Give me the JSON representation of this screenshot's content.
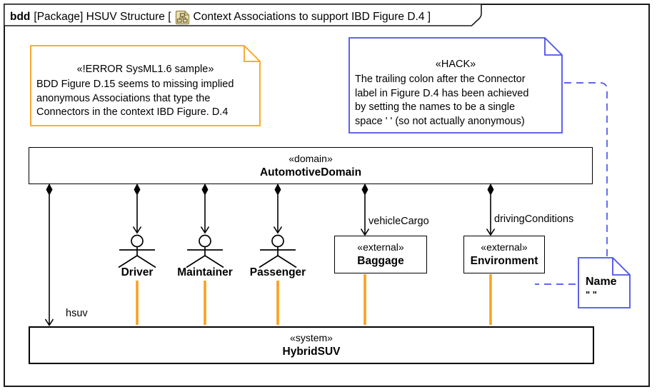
{
  "title": {
    "kind": "bdd",
    "context": "[Package] HSUV Structure [",
    "name": "Context Associations to support IBD Figure D.4 ]"
  },
  "notes": {
    "error": {
      "stereotype": "«!ERROR SysML1.6 sample»",
      "lines": [
        "BDD Figure D.15 seems to missing implied",
        "anonymous Associations that type the",
        "Connectors in the context IBD Figure. D.4"
      ]
    },
    "hack": {
      "stereotype": "«HACK»",
      "lines": [
        "The trailing colon after the Connector",
        "label in Figure D.4 has been achieved",
        "by setting the names to be a single",
        "space ' ' (so not actually anonymous)"
      ]
    },
    "name_note": {
      "title": "Name",
      "value": "\" \""
    }
  },
  "blocks": {
    "automotive_domain": {
      "stereotype": "«domain»",
      "name": "AutomotiveDomain"
    },
    "hybrid_suv": {
      "stereotype": "«system»",
      "name": "HybridSUV"
    },
    "baggage": {
      "stereotype": "«external»",
      "name": "Baggage"
    },
    "environment": {
      "stereotype": "«external»",
      "name": "Environment"
    }
  },
  "actors": [
    {
      "name": "Driver"
    },
    {
      "name": "Maintainer"
    },
    {
      "name": "Passenger"
    }
  ],
  "edge_labels": {
    "hsuv": "hsuv",
    "vehicle_cargo": "vehicleCargo",
    "driving_conditions": "drivingConditions"
  },
  "colors": {
    "orange": "#FAA21E",
    "blue": "#4B52E8",
    "line": "#000000",
    "icon_fill": "#E9DFB3",
    "icon_stroke": "#958747"
  }
}
